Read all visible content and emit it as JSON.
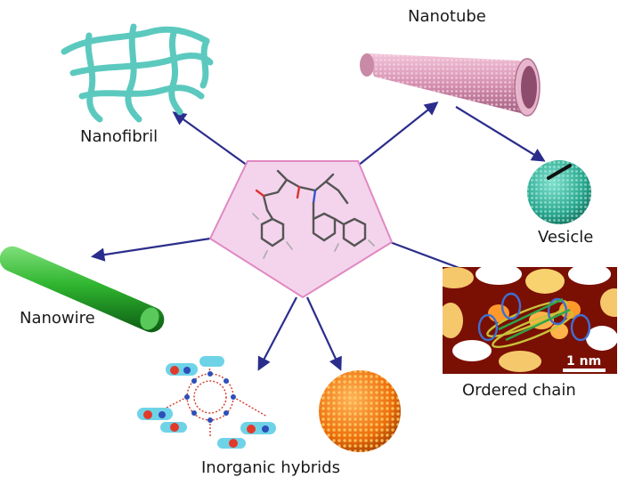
{
  "labels": {
    "nanotube": "Nanotube",
    "nanofibril": "Nanofibril",
    "vesicle": "Vesicle",
    "nanowire": "Nanowire",
    "ordered_chain": "Ordered chain",
    "inorganic_hybrids": "Inorganic hybrids"
  },
  "scale_bar": "1 nm",
  "colors": {
    "arrow": "#2b2d8c",
    "pentagon_fill": "#f4d4ec",
    "pentagon_stroke": "#e089c2",
    "fibril": "#5cc9bf",
    "nanotube": "#d89ab8",
    "vesicle": "#3bb7a2",
    "nanowire": "#25a832",
    "sphere": "#f07a12"
  }
}
